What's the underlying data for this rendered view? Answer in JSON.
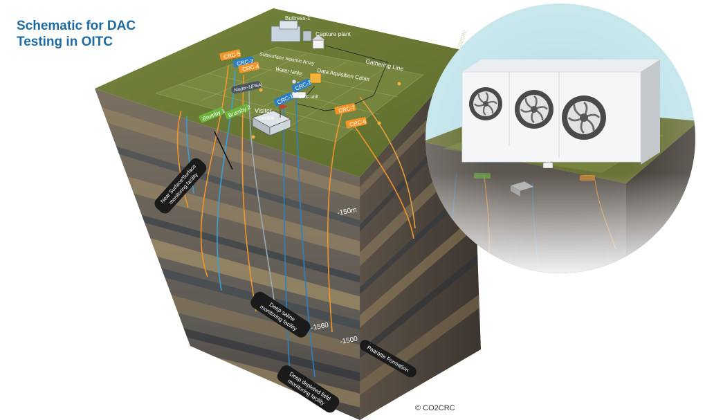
{
  "title": {
    "line1": "Schematic for DAC",
    "line2": "Testing in OITC"
  },
  "surface_labels": {
    "buttress": "Buttress-1",
    "capture_plant": "Capture plant",
    "gathering_line": "Gathering Line",
    "seismic_array": "Subsurface Seismic Array",
    "water_tanks": "Water tanks",
    "data_cabin": "Data Aquisition Cabin",
    "dac_unit": "DAC unit",
    "visitor_centre_1": "Visitor",
    "visitor_centre_2": "centre",
    "naylor": "Naylor-1(P&A)",
    "crc5": "CRC-5",
    "crc3": "CRC-3",
    "crc4": "CRC-4",
    "crc1": "CRC-1",
    "crc2": "CRC-2",
    "crc7": "CRC-7",
    "crc6": "CRC-6",
    "brumby1": "Brumby 1",
    "brumby2": "Brumby 2",
    "watermark": "CO2CRC"
  },
  "depth_labels": {
    "d150": "-150m",
    "d1560": "-1560",
    "d1500": "-1500"
  },
  "callouts": {
    "near_surface": [
      "Near Surface/Surface",
      "monitoring facility"
    ],
    "deep_saline": [
      "Deep saline",
      "monitoring facility"
    ],
    "paaratte": "Paaratte Formation",
    "deep_depleted": [
      "Deep depleted field",
      "monitoring facility"
    ]
  },
  "copyright": "© CO2CRC",
  "colors": {
    "title": "#1f6aa0",
    "grass": "#6a7a34",
    "crc_orange": "#f0962a",
    "crc_blue": "#2d7fc1",
    "brumby_green": "#6cb43c",
    "inset_circle": "#bfe3ea"
  }
}
